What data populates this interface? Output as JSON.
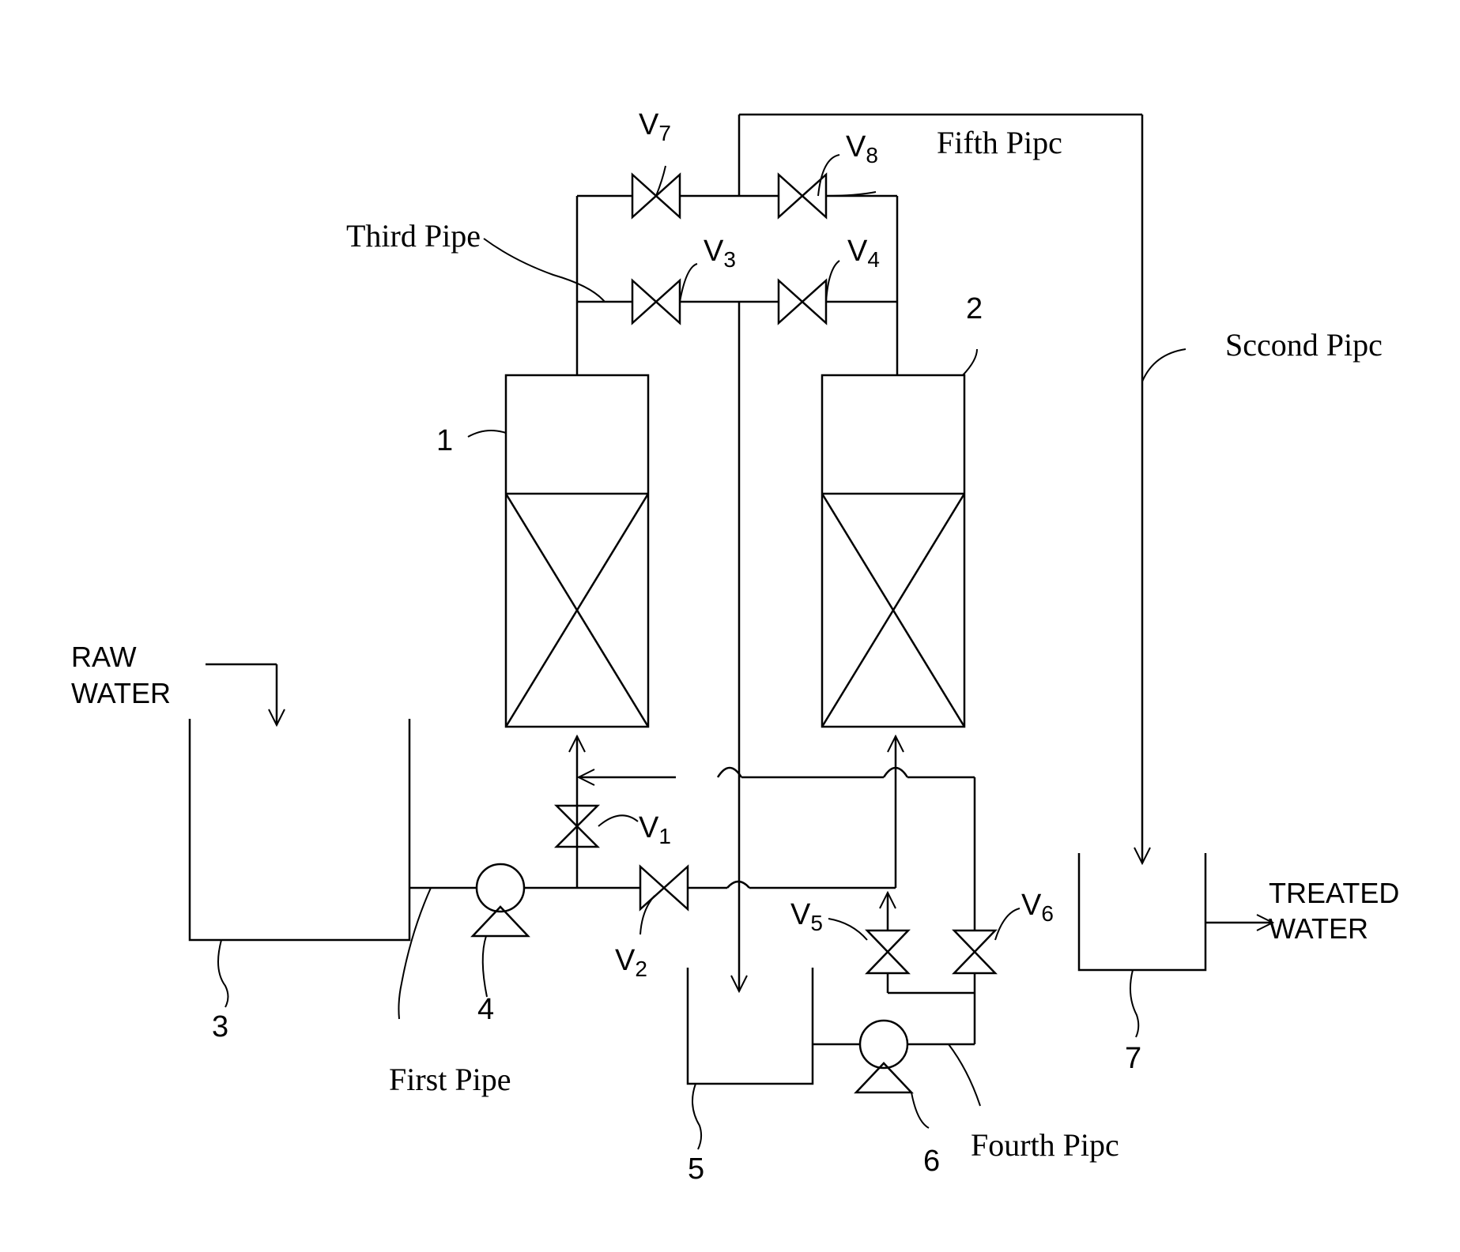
{
  "components": {
    "column_1": {
      "ref": "1"
    },
    "column_2": {
      "ref": "2"
    },
    "raw_water_tank": {
      "ref": "3"
    },
    "pump_4": {
      "ref": "4"
    },
    "tank_5": {
      "ref": "5"
    },
    "pump_6": {
      "ref": "6"
    },
    "treated_water_tank": {
      "ref": "7"
    }
  },
  "valves": [
    {
      "letter": "V",
      "num": "1"
    },
    {
      "letter": "V",
      "num": "2"
    },
    {
      "letter": "V",
      "num": "3"
    },
    {
      "letter": "V",
      "num": "4"
    },
    {
      "letter": "V",
      "num": "5"
    },
    {
      "letter": "V",
      "num": "6"
    },
    {
      "letter": "V",
      "num": "7"
    },
    {
      "letter": "V",
      "num": "8"
    }
  ],
  "pipes": {
    "first": "First Pipe",
    "second": "Sccond Pipc",
    "third": "Third Pipe",
    "fourth": "Fourth Pipc",
    "fifth": "Fifth Pipc"
  },
  "io": {
    "raw_water": [
      "RAW",
      "WATER"
    ],
    "treated_water": [
      "TREATED",
      "WATER"
    ]
  }
}
